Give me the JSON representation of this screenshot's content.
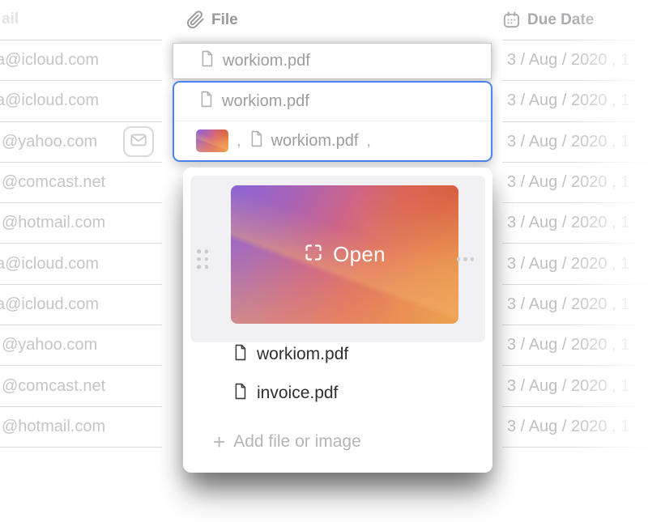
{
  "columns": {
    "email_header_visible": "ail",
    "file_header": "File",
    "due_date_header": "Due Date"
  },
  "table": {
    "emails": [
      "a@icloud.com",
      "a@icloud.com",
      "@yahoo.com",
      "@comcast.net",
      "@hotmail.com",
      "a@icloud.com",
      "a@icloud.com",
      "@yahoo.com",
      "@comcast.net",
      "@hotmail.com"
    ],
    "date_text": "3 / Aug / 2020 , 1"
  },
  "cells": {
    "row1_file": "workiom.pdf",
    "expanded": {
      "line1_file": "workiom.pdf",
      "separator1": ",",
      "line2_file": "workiom.pdf",
      "separator2": ","
    }
  },
  "popup": {
    "open_label": "Open",
    "files": [
      "workiom.pdf",
      "invoice.pdf"
    ],
    "plus": "+",
    "add_label": "Add file or image"
  },
  "colors": {
    "selection_blue": "#4b83f5",
    "preview_gradient": [
      "#8a65d8",
      "#cc6489",
      "#e98f55",
      "#eda24f"
    ],
    "popup_bg": "#ffffff",
    "panel_bg": "#f1f1f3"
  }
}
